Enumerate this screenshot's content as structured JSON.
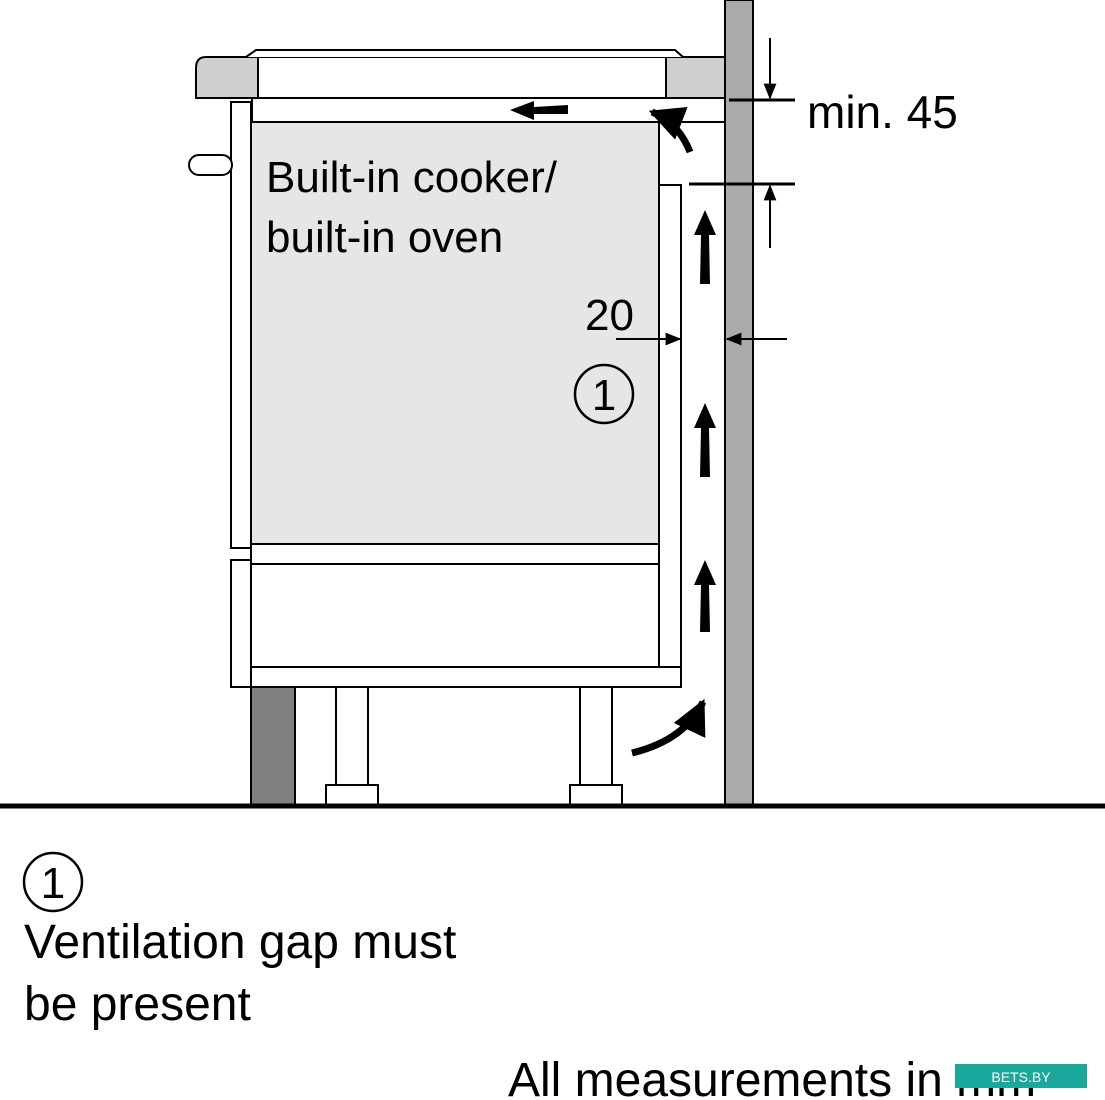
{
  "labels": {
    "cooker_line1": "Built-in cooker/",
    "cooker_line2": "built-in oven",
    "dim_top": "min. 45",
    "dim_side": "20",
    "callout_number": "1",
    "note_number": "1",
    "note_line1": "Ventilation gap must",
    "note_line2": "be present",
    "footer": "All measurements in mm",
    "watermark": "BETS.BY"
  },
  "colors": {
    "oven_body": "#e6e6e6",
    "wall": "#aaaaaa",
    "plinth": "#808080",
    "hob_frame": "#cfcfcf",
    "watermark": "#1aa89c"
  }
}
